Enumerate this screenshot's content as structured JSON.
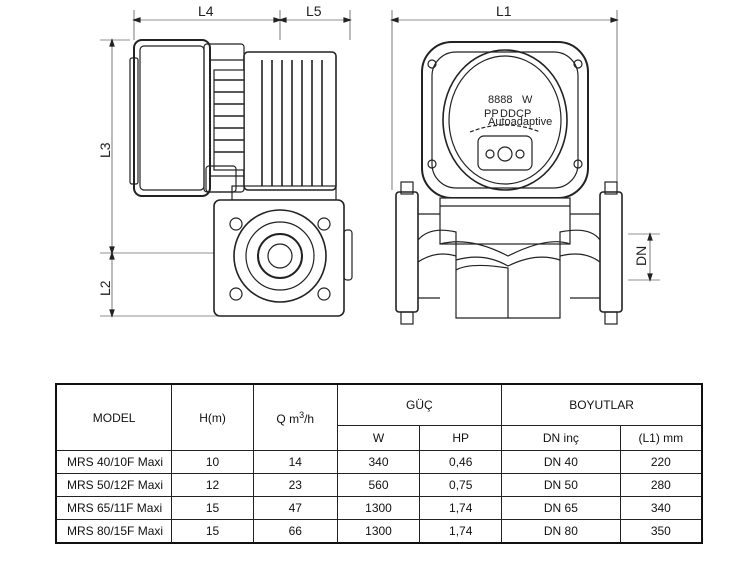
{
  "dimensions": {
    "L1": "L1",
    "L2": "L2",
    "L3": "L3",
    "L4": "L4",
    "L5": "L5",
    "DN": "DN"
  },
  "display": {
    "digits": "8888",
    "unit": "W",
    "legend_left": "PP",
    "legend_mid": "DD",
    "legend_right": "CP",
    "mode_text": "Autoadaptive"
  },
  "table": {
    "headers": {
      "model": "MODEL",
      "head": "H(m)",
      "flow_prefix": "Q m",
      "flow_sup": "3",
      "flow_suffix": "/h",
      "power_group": "GÜÇ",
      "power_w": "W",
      "power_hp": "HP",
      "dims_group": "BOYUTLAR",
      "dn": "DN inç",
      "l1": "(L1) mm"
    },
    "rows": [
      {
        "model": "MRS 40/10F Maxi",
        "h": "10",
        "q": "14",
        "w": "340",
        "hp": "0,46",
        "dn": "DN 40",
        "l1": "220"
      },
      {
        "model": "MRS 50/12F Maxi",
        "h": "12",
        "q": "23",
        "w": "560",
        "hp": "0,75",
        "dn": "DN 50",
        "l1": "280"
      },
      {
        "model": "MRS 65/11F Maxi",
        "h": "15",
        "q": "47",
        "w": "1300",
        "hp": "1,74",
        "dn": "DN 65",
        "l1": "340"
      },
      {
        "model": "MRS 80/15F Maxi",
        "h": "15",
        "q": "66",
        "w": "1300",
        "hp": "1,74",
        "dn": "DN 80",
        "l1": "350"
      }
    ]
  }
}
